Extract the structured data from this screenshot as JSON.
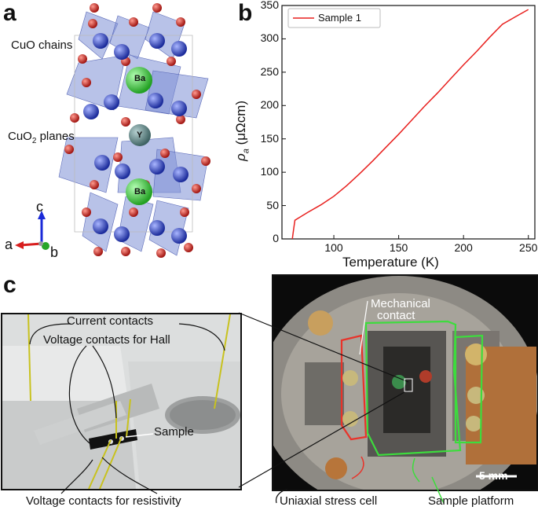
{
  "panels": {
    "a": "a",
    "b": "b",
    "c": "c"
  },
  "panel_a": {
    "chain_label": "CuO chains",
    "plane_label_main": "CuO",
    "plane_label_sub": "2",
    "plane_label_tail": " planes",
    "atom_ba": "Ba",
    "atom_y": "Y",
    "axis_c": "c",
    "axis_a": "a",
    "axis_b": "b",
    "colors": {
      "cu": "#2b45c8",
      "o": "#d2221c",
      "ba": "#3fc43f",
      "y": "#5e8585",
      "poly": "#7e8fd6"
    }
  },
  "panel_c": {
    "current_contacts": "Current contacts",
    "voltage_hall": "Voltage contacts for Hall",
    "sample": "Sample",
    "voltage_resistivity": "Voltage contacts for resistivity",
    "mechanical_contact_line1": "Mechanical",
    "mechanical_contact_line2": "contact",
    "scale_bar": "5 mm",
    "uniaxial_stress_cell": "Uniaxial stress cell",
    "sample_platform": "Sample platform",
    "colors": {
      "red_outline": "#e8332a",
      "green_outline": "#3ddc3d",
      "wire": "#c8c21e"
    }
  },
  "chart_data": {
    "type": "line",
    "title": "",
    "xlabel": "Temperature (K)",
    "ylabel_main": "ρ",
    "ylabel_sub": "a",
    "ylabel_tail": " (μΩcm)",
    "xlim": [
      60,
      255
    ],
    "ylim": [
      0,
      350
    ],
    "xticks": [
      100,
      150,
      200,
      250
    ],
    "yticks": [
      0,
      50,
      100,
      150,
      200,
      250,
      300,
      350
    ],
    "grid": false,
    "legend_position": "top-left",
    "series": [
      {
        "name": "Sample 1",
        "color": "#e8201e",
        "x": [
          68,
          69,
          70,
          75,
          80,
          90,
          100,
          110,
          120,
          130,
          140,
          150,
          160,
          170,
          180,
          190,
          200,
          210,
          220,
          230,
          240,
          250
        ],
        "y": [
          0,
          15,
          28,
          34,
          40,
          51,
          64,
          80,
          98,
          117,
          137,
          157,
          178,
          199,
          219,
          240,
          261,
          281,
          302,
          322,
          333,
          344
        ]
      }
    ]
  }
}
